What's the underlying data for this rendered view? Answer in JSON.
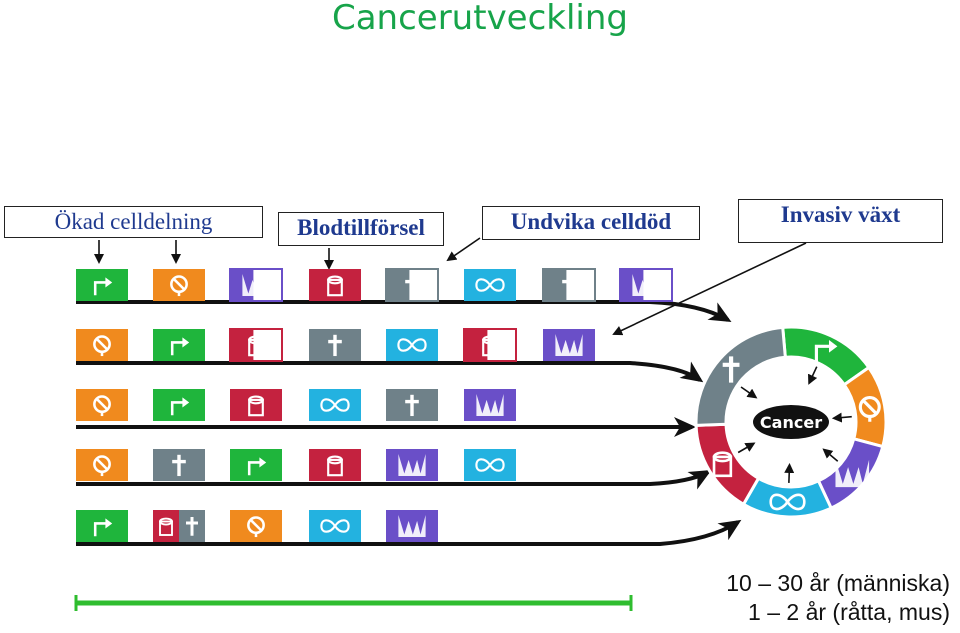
{
  "title": "Cancerutveckling",
  "labels": {
    "increased_division": "Ökad celldelning",
    "blood_supply": "Blodtillförsel",
    "avoid_death": "Undvika celldöd",
    "invasive_growth": "Invasiv växt"
  },
  "center_label": "Cancer",
  "time_labels": {
    "human": "10 – 30 år (människa)",
    "rodent": "1 – 2 år (råtta, mus)"
  },
  "colors": {
    "green": "#1fb53c",
    "orange": "#f08a1e",
    "purple": "#6a4fc8",
    "crimson": "#c4223f",
    "gray": "#6f8189",
    "cyan": "#23b2e0",
    "title": "#17a44a",
    "timeline": "#2fbd2f"
  },
  "icon_names": {
    "growth": "arrow-sign-icon",
    "antigrowth": "no-entry-icon",
    "invasion": "jagged-edge-icon",
    "angiogenesis": "blood-vessel-icon",
    "apoptosis": "cross-icon",
    "immortality": "infinity-icon"
  }
}
